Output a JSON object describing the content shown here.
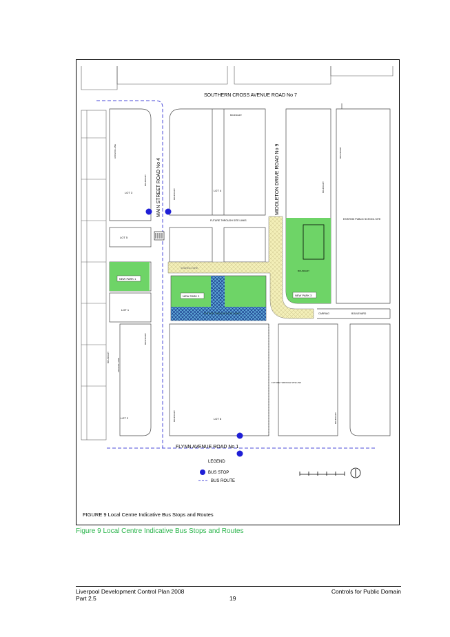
{
  "map": {
    "roads": {
      "southern_cross": "SOUTHERN CROSS AVENUE  ROAD No 7",
      "main_street": "MAIN STREET ROAD No 4",
      "middleton": "MIDDLETON DRIVE ROAD No 9",
      "flynn": "FLYNN AVENUE ROAD No 1"
    },
    "lots": {
      "lot3": "LOT 3",
      "lot4": "LOT 4",
      "lot5": "LOT 5",
      "lot1": "LOT 1",
      "lot2": "LOT 2",
      "lot6": "LOT 6"
    },
    "parks": {
      "park1": "NEW PARK 1",
      "park2": "NEW PARK 2",
      "park3": "NEW PARK 3"
    },
    "small_labels": {
      "future_site_links": "FUTURE THROUGH SITE LINKS",
      "future_site_links_green": "FUTURE THROUGH SITE LINKS",
      "existing_school": "EXISTING PUBLIC SCHOOL SITE",
      "boundary": "BOUNDARY",
      "shared_zone": "SHARED ZONE",
      "access_lane": "ACCESS LANE",
      "carriag": "CARRIAG",
      "boulevard": "BOULEVARD",
      "future_link": "FUTURE THROUGH SITE LINK"
    },
    "legend": {
      "title": "LEGEND",
      "bus_stop": "BUS STOP",
      "bus_route": "BUS ROUTE"
    },
    "colors": {
      "park_green": "#6ed467",
      "hatch_yellow": "#f3efb8",
      "bus_blue": "#1f1fd6",
      "route_blue": "#4a4ad8",
      "hatch_blue": "#2f5fa8"
    },
    "inner_caption": "FIGURE 9 Local Centre Indicative Bus Stops and Routes"
  },
  "caption": "Figure 9 Local Centre Indicative Bus Stops and Routes",
  "footer": {
    "line1": "Liverpool Development Control Plan 2008",
    "line2": "Part 2.5",
    "page": "19",
    "right": "Controls for Public Domain"
  }
}
